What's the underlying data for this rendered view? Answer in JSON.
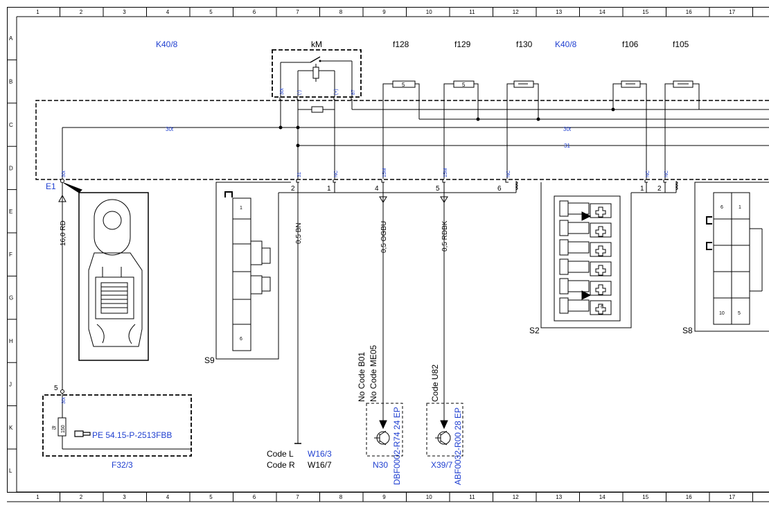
{
  "frame": {
    "columns": [
      "1",
      "2",
      "3",
      "4",
      "5",
      "6",
      "7",
      "8",
      "9",
      "10",
      "11",
      "12",
      "13",
      "14",
      "15",
      "16",
      "17"
    ],
    "rows": [
      "A",
      "B",
      "C",
      "D",
      "E",
      "F",
      "G",
      "H",
      "J",
      "K",
      "L"
    ]
  },
  "components": {
    "k40_8_left": "K40/8",
    "k40_8_right": "K40/8",
    "relay": "kM",
    "f128": "f128",
    "f129": "f129",
    "f130": "f130",
    "f106": "f106",
    "f105": "f105",
    "e1": "E1",
    "s9": "S9",
    "s2": "S2",
    "s8": "S8",
    "f32_3": "F32/3",
    "n30": "N30",
    "x39": "X39/7",
    "f5": "f5"
  },
  "relay_pins": {
    "p30t": "30t",
    "pminus": "(-)",
    "pplus": "(+)",
    "p87": "87"
  },
  "fuse_values": {
    "f128": "5",
    "f129": "5",
    "f5": "150"
  },
  "wire_labels": {
    "w30t": "30t",
    "w31": "31",
    "top30t": "30t",
    "top31": "31"
  },
  "connector_labels": {
    "e1_30t": "30t",
    "k31": "31",
    "knc1": "NC",
    "k15m_a": "15M",
    "k15m_b": "15M",
    "knc2": "NC",
    "knc3": "NC",
    "knc4": "NC",
    "f32_30t": "30t"
  },
  "pin_numbers": {
    "p2": "2",
    "p1": "1",
    "p4": "4",
    "p5": "5",
    "p6": "6",
    "s2_1": "1",
    "s2_2": "2",
    "e1_5": "5"
  },
  "s9_pins": {
    "top": "1",
    "bottom": "6"
  },
  "s8_pins": {
    "tl": "6",
    "tr": "1",
    "bl": "10",
    "br": "5"
  },
  "s2_pins": {
    "bottom": "6"
  },
  "wires": {
    "main": "16,0 RD",
    "bn": "0,5 BN",
    "ogbu": "0,5 OGBU",
    "rdbk": "0,5 RDBK"
  },
  "codes": {
    "b01": "No Code B01",
    "me05": "No Code ME05",
    "u82": "Code U82",
    "code_l": "Code L",
    "code_r": "Code R",
    "w16_3": "W16/3",
    "w16_7": "W16/7"
  },
  "refs": {
    "pe": "PE 54.15-P-2513FBB",
    "dbf": "DBF0002-R74 24 EP",
    "abf": "ABF0032-R00 28 EP"
  }
}
